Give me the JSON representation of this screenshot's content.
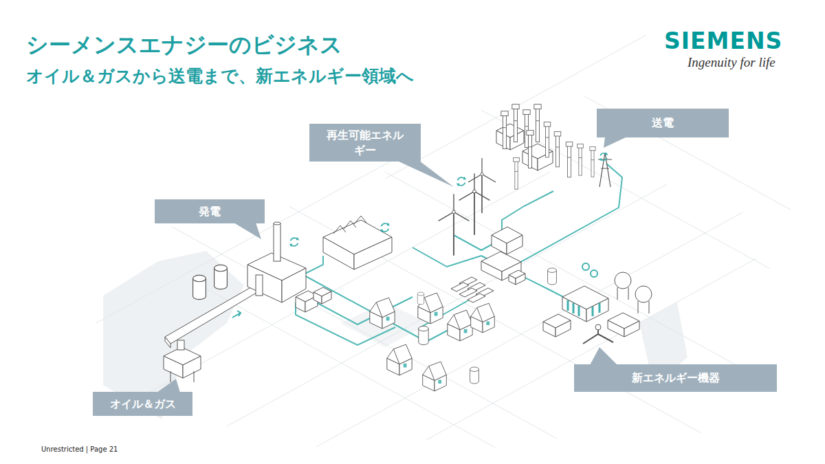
{
  "diagram": {
    "title": "シーメンスエナジーのビジネス",
    "nodes": [
      {
        "text": [
          "再生可能エネルギー"
        ]
      },
      {
        "text": [
          "送電"
        ]
      },
      {
        "text": [
          "発電"
        ]
      },
      {
        "text": [
          "新エネルギー機器"
        ]
      },
      {
        "text": [
          "オイル＆ガス"
        ]
      }
    ],
    "labels": [
      "オイル＆ガスから送電まで、新エネルギー領域へ",
      "SIEMENS",
      "Ingenuity for life",
      "Unrestricted | Page 21"
    ]
  }
}
